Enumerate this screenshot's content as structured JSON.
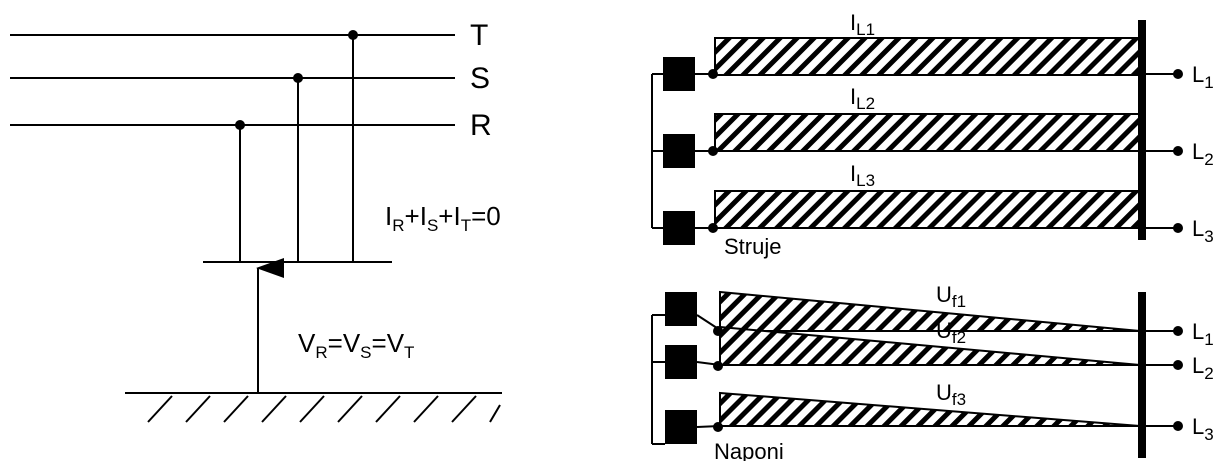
{
  "left_diagram": {
    "phase_T": "T",
    "phase_S": "S",
    "phase_R": "R",
    "current_eq": {
      "i1": "I",
      "s1": "R",
      "plus1": "+",
      "i2": "I",
      "s2": "S",
      "plus2": "+",
      "i3": "I",
      "s3": "T",
      "tail": "=0"
    },
    "voltage_eq": {
      "v1": "V",
      "s1": "R",
      "eq1": "=",
      "v2": "V",
      "s2": "S",
      "eq2": "=",
      "v3": "V",
      "s3": "T"
    }
  },
  "currents_panel": {
    "title": "Struje",
    "i_labels": [
      {
        "base": "I",
        "sub": "L1"
      },
      {
        "base": "I",
        "sub": "L2"
      },
      {
        "base": "I",
        "sub": "L3"
      }
    ],
    "line_labels": [
      {
        "base": "L",
        "sub": "1"
      },
      {
        "base": "L",
        "sub": "2"
      },
      {
        "base": "L",
        "sub": "3"
      }
    ]
  },
  "voltages_panel": {
    "title": "Naponi",
    "u_labels": [
      {
        "base": "U",
        "sub": "f1"
      },
      {
        "base": "U",
        "sub": "f2"
      },
      {
        "base": "U",
        "sub": "f3"
      }
    ],
    "line_labels": [
      {
        "base": "L",
        "sub": "1"
      },
      {
        "base": "L",
        "sub": "2"
      },
      {
        "base": "L",
        "sub": "3"
      }
    ]
  }
}
